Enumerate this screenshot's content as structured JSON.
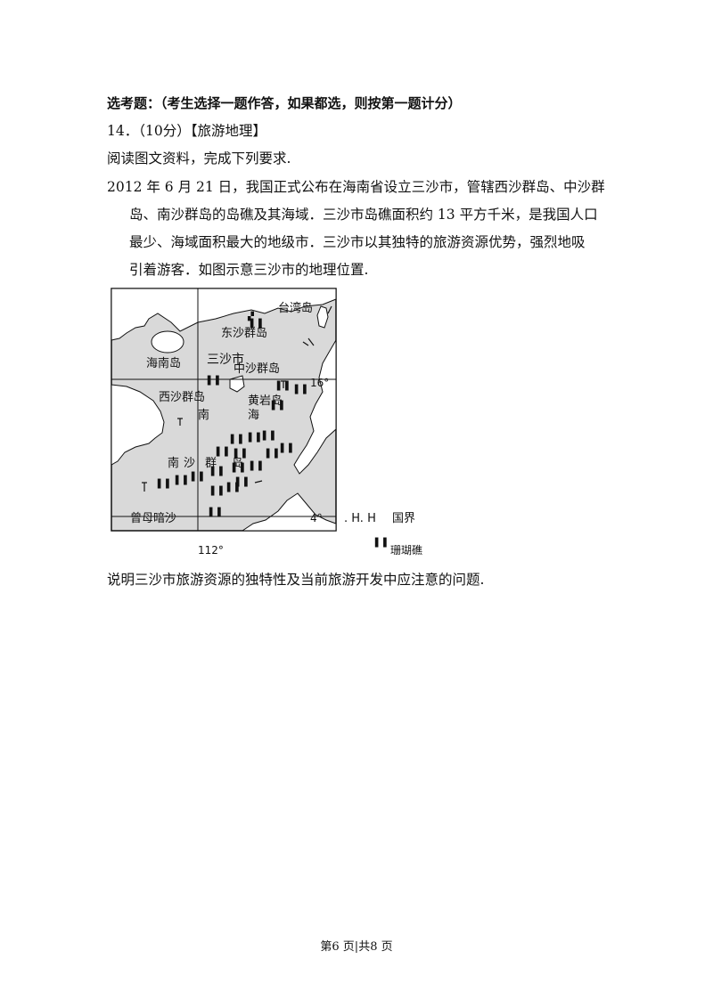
{
  "section_heading": "选考题：（考生选择一题作答，如果都选，则按第一题计分）",
  "question": {
    "number_line": "14．（10分）【旅游地理】",
    "instruction": "阅读图文资料，完成下列要求.",
    "paragraph_lines": [
      "2012 年 6 月 21 日，我国正式公布在海南省设立三沙市，管辖西沙群岛、中沙群",
      "岛、南沙群岛的岛礁及其海域．三沙市岛礁面积约 13 平方千米，是我国人口",
      "最少、海域面积最大的地级市．三沙市以其独特的旅游资源优势，强烈地吸",
      "引着游客．如图示意三沙市的地理位置."
    ],
    "prompt": "说明三沙市旅游资源的独特性及当前旅游开发中应注意的问题."
  },
  "map": {
    "labels": {
      "taiwan": "台湾岛",
      "dongsha": "东沙群岛",
      "hainan": "海南岛",
      "sansha": "三沙市",
      "zhongsha": "中沙群岛",
      "xisha": "西沙群岛",
      "huangyan": "黄岩岛",
      "nanhai_1": "南",
      "nanhai_2": "海",
      "nansha_1": "南",
      "nansha_2": "沙",
      "nansha_3": "群",
      "nansha_4": "岛",
      "zengmu": "曾母暗沙",
      "lat_16": "16°",
      "lat_4": "4°",
      "lon_112": "112°"
    },
    "legend": {
      "border_symbol": ". H. H",
      "border_label": "国界",
      "reef_label": "珊瑚礁"
    },
    "colors": {
      "sea": "#d9d9d9",
      "land": "#ffffff",
      "stroke": "#111111"
    }
  },
  "footer": "第6 页|共8 页"
}
